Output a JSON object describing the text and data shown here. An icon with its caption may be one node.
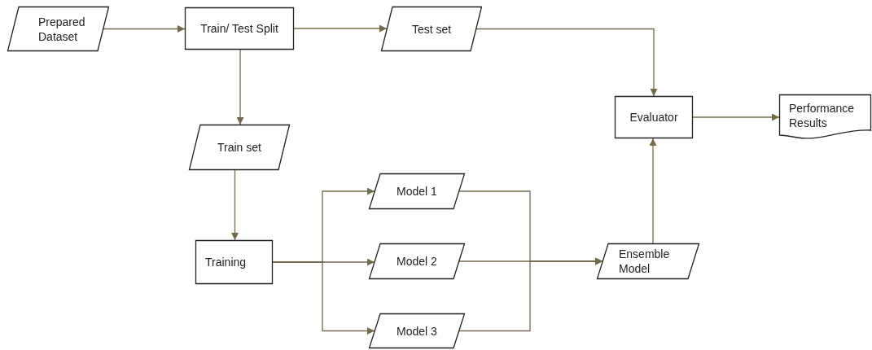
{
  "diagram": {
    "nodes": [
      {
        "text": [
          "Prepared Dataset"
        ]
      },
      {
        "text": [
          "Train/ Test Split"
        ]
      },
      {
        "text": [
          "Test set"
        ]
      },
      {
        "text": [
          "Train set"
        ]
      },
      {
        "text": [
          "Training"
        ]
      },
      {
        "text": [
          "Model 1"
        ]
      },
      {
        "text": [
          "Model 2"
        ]
      },
      {
        "text": [
          "Model 3"
        ]
      },
      {
        "text": [
          "Ensemble Model"
        ]
      },
      {
        "text": [
          "Evaluator"
        ]
      },
      {
        "text": [
          "Performance Results"
        ]
      }
    ],
    "edges": [
      {
        "from": 0,
        "to": 1,
        "arrow": "to"
      },
      {
        "from": 1,
        "to": 2,
        "arrow": "to"
      },
      {
        "from": 1,
        "to": 3,
        "arrow": "to"
      },
      {
        "from": 3,
        "to": 4,
        "arrow": "to"
      },
      {
        "from": 4,
        "to": 5,
        "arrow": "to"
      },
      {
        "from": 4,
        "to": 6,
        "arrow": "to"
      },
      {
        "from": 4,
        "to": 7,
        "arrow": "to"
      },
      {
        "from": 5,
        "to": 8,
        "arrow": "to"
      },
      {
        "from": 6,
        "to": 8,
        "arrow": "to"
      },
      {
        "from": 7,
        "to": 8,
        "arrow": "to"
      },
      {
        "from": 8,
        "to": 9,
        "arrow": "to"
      },
      {
        "from": 2,
        "to": 9,
        "arrow": "to"
      },
      {
        "from": 9,
        "to": 10,
        "arrow": "to"
      }
    ]
  }
}
